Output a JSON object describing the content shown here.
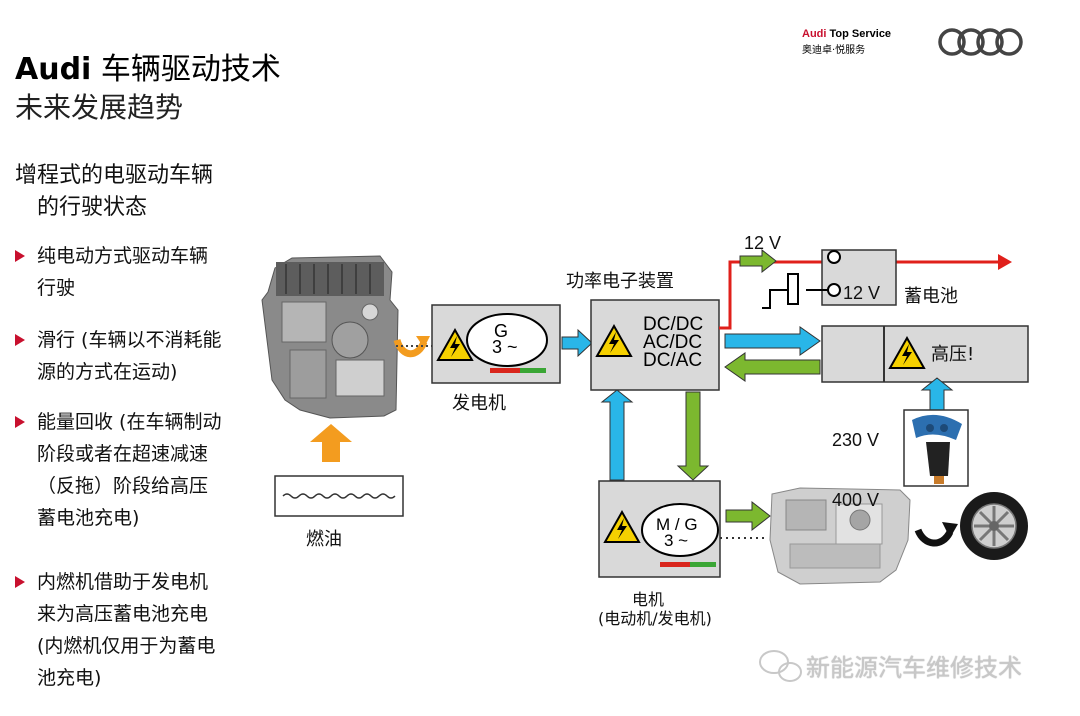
{
  "header": {
    "title_brand": "Audi",
    "title_rest": " 车辆驱动技术",
    "subtitle": "未来发展趋势",
    "brand_line1_a": "Audi",
    "brand_line1_b": " Top Service",
    "brand_line2": "奥迪卓·悦服务",
    "logo_icon": "audi-rings-icon"
  },
  "section_title_line1": "增程式的电驱动车辆",
  "section_title_line2": "的行驶状态",
  "bullets": [
    {
      "lines": [
        "纯电动方式驱动车辆",
        "行驶"
      ]
    },
    {
      "lines": [
        "滑行 (车辆以不消耗能",
        "源的方式在运动)"
      ]
    },
    {
      "lines": [
        "能量回收 (在车辆制动",
        "阶段或者在超速减速",
        "（反拖）阶段给高压",
        "蓄电池充电)"
      ]
    },
    {
      "lines": [
        "内燃机借助于发电机",
        "来为高压蓄电池充电",
        "(内燃机仅用于为蓄电",
        "池充电)"
      ]
    }
  ],
  "diagram": {
    "generator_symbol_1": "G",
    "generator_symbol_2": "3 ~",
    "generator_label": "发电机",
    "fuel_label": "燃油",
    "power_electronics_label": "功率电子装置",
    "power_electronics_line1": "DC/DC",
    "power_electronics_line2": "AC/DC",
    "power_electronics_line3": "DC/AC",
    "voltage_12v_arrow": "12 V",
    "battery_12v_text": "12 V",
    "battery_12v_label": "蓄电池",
    "hv_battery_text": "高压!",
    "charging_voltage": "230 V",
    "motor_symbol_1": "M / G",
    "motor_symbol_2": "3 ~",
    "motor_label_1": "电机",
    "motor_label_2": "(电动机/发电机)",
    "voltage_400v": "400 V",
    "warning_icon": "high-voltage-warning-icon",
    "colors": {
      "cyan_arrow": "#29b6e8",
      "green_arrow": "#7cb82f",
      "orange_arrow": "#f39c1f",
      "red_line": "#e0201b",
      "box_fill": "#d9d9d9"
    }
  },
  "watermark": "新能源汽车维修技术"
}
